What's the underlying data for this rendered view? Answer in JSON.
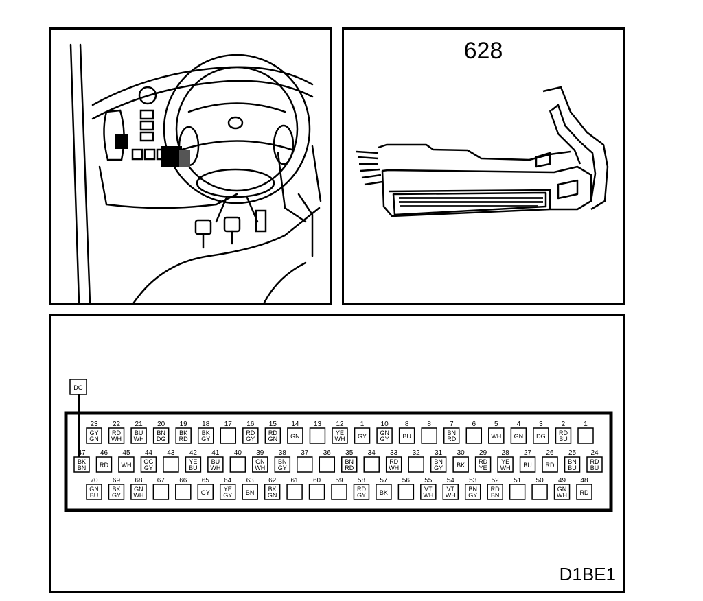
{
  "component_id": "628",
  "diagram_code": "D1BE1",
  "extra_pin": {
    "colors": [
      "DG"
    ]
  },
  "rows": {
    "top": [
      {
        "n": "23",
        "c": [
          "GY",
          "GN"
        ]
      },
      {
        "n": "22",
        "c": [
          "RD",
          "WH"
        ]
      },
      {
        "n": "21",
        "c": [
          "BU",
          "WH"
        ]
      },
      {
        "n": "20",
        "c": [
          "BN",
          "DG"
        ]
      },
      {
        "n": "19",
        "c": [
          "BK",
          "RD"
        ]
      },
      {
        "n": "18",
        "c": [
          "BK",
          "GY"
        ]
      },
      {
        "n": "17",
        "c": []
      },
      {
        "n": "16",
        "c": [
          "RD",
          "GY"
        ]
      },
      {
        "n": "15",
        "c": [
          "RD",
          "GN"
        ]
      },
      {
        "n": "14",
        "c": [
          "GN"
        ]
      },
      {
        "n": "13",
        "c": []
      },
      {
        "n": "12",
        "c": [
          "YE",
          "WH"
        ]
      },
      {
        "n": "1",
        "c": [
          "GY"
        ]
      },
      {
        "n": "10",
        "c": [
          "GN",
          "GY"
        ]
      },
      {
        "n": "8",
        "c": [
          "BU"
        ]
      },
      {
        "n": "8",
        "c": []
      },
      {
        "n": "7",
        "c": [
          "BN",
          "RD"
        ]
      },
      {
        "n": "6",
        "c": []
      },
      {
        "n": "5",
        "c": [
          "WH"
        ]
      },
      {
        "n": "4",
        "c": [
          "GN"
        ]
      },
      {
        "n": "3",
        "c": [
          "DG"
        ]
      },
      {
        "n": "2",
        "c": [
          "RD",
          "BU"
        ]
      },
      {
        "n": "1",
        "c": []
      }
    ],
    "middle": [
      {
        "n": "47",
        "c": [
          "BK",
          "BN"
        ]
      },
      {
        "n": "46",
        "c": [
          "RD"
        ]
      },
      {
        "n": "45",
        "c": [
          "WH"
        ]
      },
      {
        "n": "44",
        "c": [
          "OG",
          "GY"
        ]
      },
      {
        "n": "43",
        "c": []
      },
      {
        "n": "42",
        "c": [
          "YE",
          "BU"
        ]
      },
      {
        "n": "41",
        "c": [
          "BU",
          "WH"
        ]
      },
      {
        "n": "40",
        "c": []
      },
      {
        "n": "39",
        "c": [
          "GN",
          "WH"
        ]
      },
      {
        "n": "38",
        "c": [
          "BN",
          "GY"
        ]
      },
      {
        "n": "37",
        "c": []
      },
      {
        "n": "36",
        "c": []
      },
      {
        "n": "35",
        "c": [
          "BN",
          "RD"
        ]
      },
      {
        "n": "34",
        "c": []
      },
      {
        "n": "33",
        "c": [
          "RD",
          "WH"
        ]
      },
      {
        "n": "32",
        "c": []
      },
      {
        "n": "31",
        "c": [
          "BN",
          "GY"
        ]
      },
      {
        "n": "30",
        "c": [
          "BK"
        ]
      },
      {
        "n": "29",
        "c": [
          "RD",
          "YE"
        ]
      },
      {
        "n": "28",
        "c": [
          "YE",
          "WH"
        ]
      },
      {
        "n": "27",
        "c": [
          "BU"
        ]
      },
      {
        "n": "26",
        "c": [
          "RD"
        ]
      },
      {
        "n": "25",
        "c": [
          "BN",
          "BU"
        ]
      },
      {
        "n": "24",
        "c": [
          "RD",
          "BU"
        ]
      }
    ],
    "bottom": [
      {
        "n": "70",
        "c": [
          "GN",
          "BU"
        ]
      },
      {
        "n": "69",
        "c": [
          "BK",
          "GY"
        ]
      },
      {
        "n": "68",
        "c": [
          "GN",
          "WH"
        ]
      },
      {
        "n": "67",
        "c": []
      },
      {
        "n": "66",
        "c": []
      },
      {
        "n": "65",
        "c": [
          "GY"
        ]
      },
      {
        "n": "64",
        "c": [
          "YE",
          "GY"
        ]
      },
      {
        "n": "63",
        "c": [
          "BN"
        ]
      },
      {
        "n": "62",
        "c": [
          "BK",
          "GN"
        ]
      },
      {
        "n": "61",
        "c": []
      },
      {
        "n": "60",
        "c": []
      },
      {
        "n": "59",
        "c": []
      },
      {
        "n": "58",
        "c": [
          "RD",
          "GY"
        ]
      },
      {
        "n": "57",
        "c": [
          "BK"
        ]
      },
      {
        "n": "56",
        "c": []
      },
      {
        "n": "55",
        "c": [
          "VT",
          "WH"
        ]
      },
      {
        "n": "54",
        "c": [
          "VT",
          "WH"
        ]
      },
      {
        "n": "53",
        "c": [
          "BN",
          "GY"
        ]
      },
      {
        "n": "52",
        "c": [
          "RD",
          "BN"
        ]
      },
      {
        "n": "51",
        "c": []
      },
      {
        "n": "50",
        "c": []
      },
      {
        "n": "49",
        "c": [
          "GN",
          "WH"
        ]
      },
      {
        "n": "48",
        "c": [
          "RD"
        ]
      }
    ]
  }
}
